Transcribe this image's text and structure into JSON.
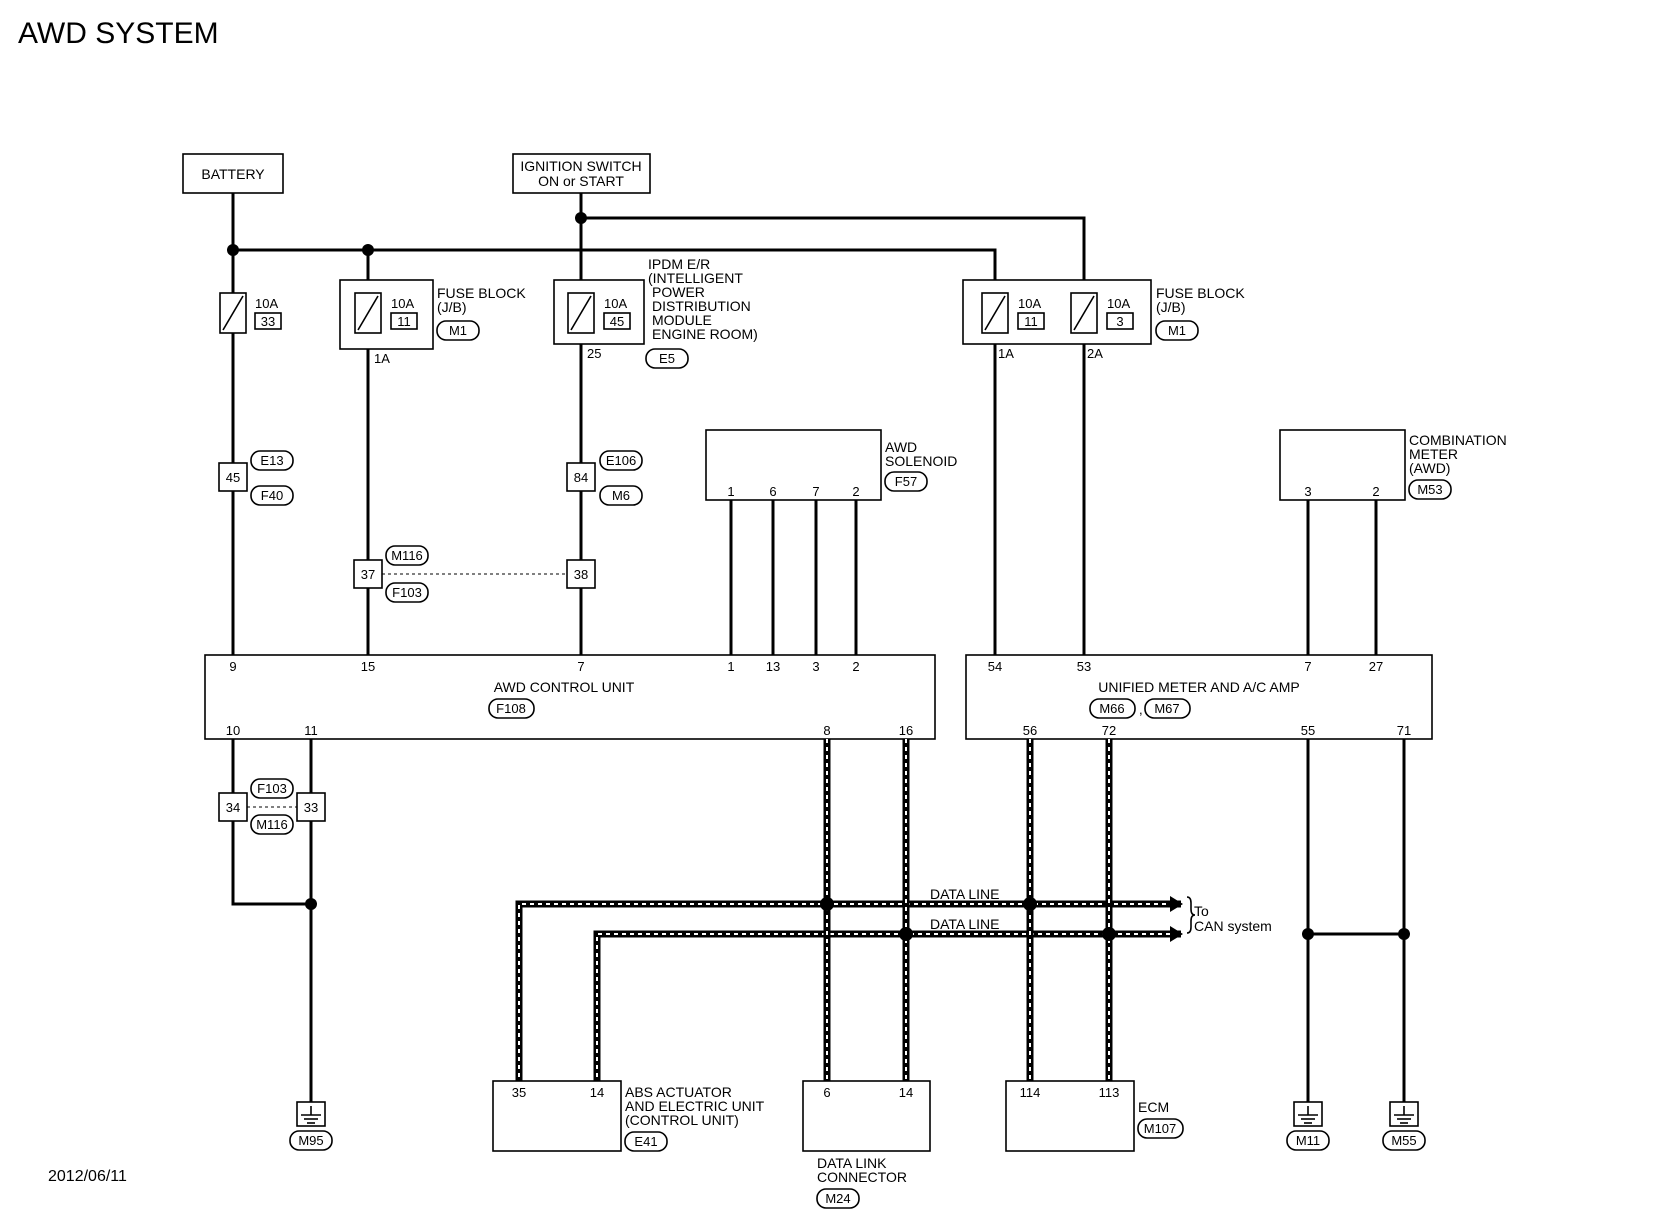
{
  "title": "AWD SYSTEM",
  "date": "2012/06/11",
  "power": {
    "battery": "BATTERY",
    "ignition_line1": "IGNITION SWITCH",
    "ignition_line2": "ON or START"
  },
  "fuses": {
    "f1": {
      "amp": "10A",
      "num": "33"
    },
    "f2": {
      "amp": "10A",
      "num": "11",
      "out_pin": "1A"
    },
    "f3": {
      "amp": "10A",
      "num": "45",
      "out_pin": "25"
    },
    "f4": {
      "amp": "10A",
      "num": "11",
      "out_pin": "1A"
    },
    "f5": {
      "amp": "10A",
      "num": "3",
      "out_pin": "2A"
    }
  },
  "fuse_block_left": {
    "line1": "FUSE BLOCK",
    "line2": "(J/B)",
    "connector": "M1"
  },
  "fuse_block_right": {
    "line1": "FUSE BLOCK",
    "line2": "(J/B)",
    "connector": "M1"
  },
  "ipdm": {
    "lines": [
      "IPDM E/R",
      "(INTELLIGENT",
      "POWER",
      "DISTRIBUTION",
      "MODULE",
      "ENGINE ROOM)"
    ],
    "connector": "E5"
  },
  "junctions": {
    "j45": {
      "pin": "45",
      "conn_a": "E13",
      "conn_b": "F40"
    },
    "j84": {
      "pin": "84",
      "conn_a": "E106",
      "conn_b": "M6"
    },
    "j37": {
      "pin": "37",
      "conn_a": "M116",
      "conn_b": "F103"
    },
    "j38": {
      "pin": "38"
    },
    "j34": {
      "pin": "34",
      "conn_a": "F103",
      "conn_b": "M116"
    },
    "j33": {
      "pin": "33"
    }
  },
  "awd_solenoid": {
    "line1": "AWD",
    "line2": "SOLENOID",
    "connector": "F57",
    "pins": [
      "1",
      "6",
      "7",
      "2"
    ]
  },
  "combination_meter": {
    "line1": "COMBINATION",
    "line2": "METER",
    "line3": "(AWD)",
    "connector": "M53",
    "pins": [
      "3",
      "2"
    ]
  },
  "awd_control_unit": {
    "label": "AWD CONTROL UNIT",
    "connector": "F108",
    "top_pins": [
      "9",
      "15",
      "7",
      "1",
      "13",
      "3",
      "2"
    ],
    "bottom_pins": [
      "10",
      "11",
      "8",
      "16"
    ]
  },
  "unified_meter": {
    "label": "UNIFIED METER AND A/C AMP",
    "connector_a": "M66",
    "sep": ",",
    "connector_b": "M67",
    "top_pins": [
      "54",
      "53",
      "7",
      "27"
    ],
    "bottom_pins": [
      "56",
      "72",
      "55",
      "71"
    ]
  },
  "data_lines": {
    "line1": "DATA LINE",
    "line2": "DATA LINE",
    "to_line1": "To",
    "to_line2": "CAN system"
  },
  "abs": {
    "lines": [
      "ABS ACTUATOR",
      "AND ELECTRIC UNIT",
      "(CONTROL UNIT)"
    ],
    "connector": "E41",
    "pins": [
      "35",
      "14"
    ]
  },
  "dlc": {
    "line1": "DATA LINK",
    "line2": "CONNECTOR",
    "connector": "M24",
    "pins": [
      "6",
      "14"
    ]
  },
  "ecm": {
    "label": "ECM",
    "connector": "M107",
    "pins": [
      "114",
      "113"
    ]
  },
  "grounds": [
    "M95",
    "M11",
    "M55"
  ]
}
